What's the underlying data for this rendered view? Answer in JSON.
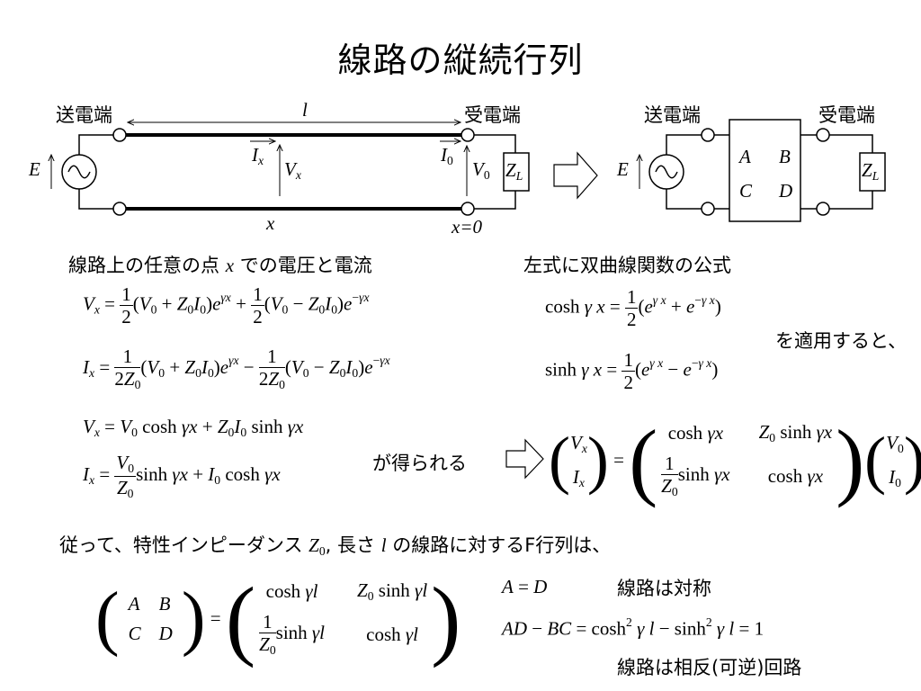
{
  "title": "線路の縦続行列",
  "circuit": {
    "send_end": "送電端",
    "recv_end": "受電端",
    "send_end_2": "送電端",
    "recv_end_2": "受電端",
    "len_label": "l",
    "E": "E",
    "E2": "E",
    "Ix": "I",
    "Ix_sub": "x",
    "Vx": "V",
    "Vx_sub": "x",
    "I0": "I",
    "I0_sub": "0",
    "V0": "V",
    "V0_sub": "0",
    "ZL": "Z",
    "ZL_sub": "L",
    "ZL2": "Z",
    "ZL2_sub": "L",
    "x_label": "x",
    "x0_label": "x=0",
    "A": "A",
    "B": "B",
    "C": "C",
    "D": "D"
  },
  "text": {
    "left_heading_a": "線路上の任意の点 ",
    "left_heading_x": "x",
    "left_heading_b": " での電圧と電流",
    "right_heading": "左式に双曲線関数の公式",
    "apply": "を適用すると、",
    "obtained": "が得られる",
    "therefore_a": "従って、特性インピーダンス ",
    "therefore_z": "Z",
    "therefore_zsub": "0",
    "therefore_b": ", 長さ ",
    "therefore_l": "l",
    "therefore_c": " の線路に対するF行列は、",
    "symmetric": "線路は対称",
    "reciprocal": "線路は相反(可逆)回路"
  }
}
